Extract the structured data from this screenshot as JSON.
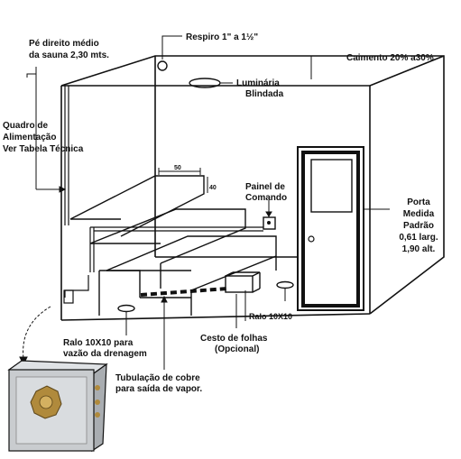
{
  "labels": {
    "ceiling_height_1": "Pé direito médio",
    "ceiling_height_2": "da sauna 2,30 mts.",
    "vent": "Respiro 1\" a 1½\"",
    "slope": "Caimento 20% a30%",
    "lamp_1": "Luminária",
    "lamp_2": "Blindada",
    "panel_1": "Quadro de",
    "panel_2": "Alimentação",
    "panel_3": "Ver Tabela Técnica",
    "step_width": "50",
    "step_height": "40",
    "control_1": "Painel de",
    "control_2": "Comando",
    "door_1": "Porta",
    "door_2": "Medida",
    "door_3": "Padrão",
    "door_4": "0,61 larg.",
    "door_5": "1,90 alt.",
    "drain_right": "Ralo 10X10",
    "drain_left_1": "Ralo 10X10 para",
    "drain_left_2": "vazão da drenagem",
    "basket_1": "Cesto de folhas",
    "basket_2": "(Opcional)",
    "pipe_1": "Tubulação de cobre",
    "pipe_2": "para saída de vapor."
  },
  "colors": {
    "line": "#111111",
    "generator_body": "#c9cccf",
    "generator_badge": "#b08a3c"
  }
}
